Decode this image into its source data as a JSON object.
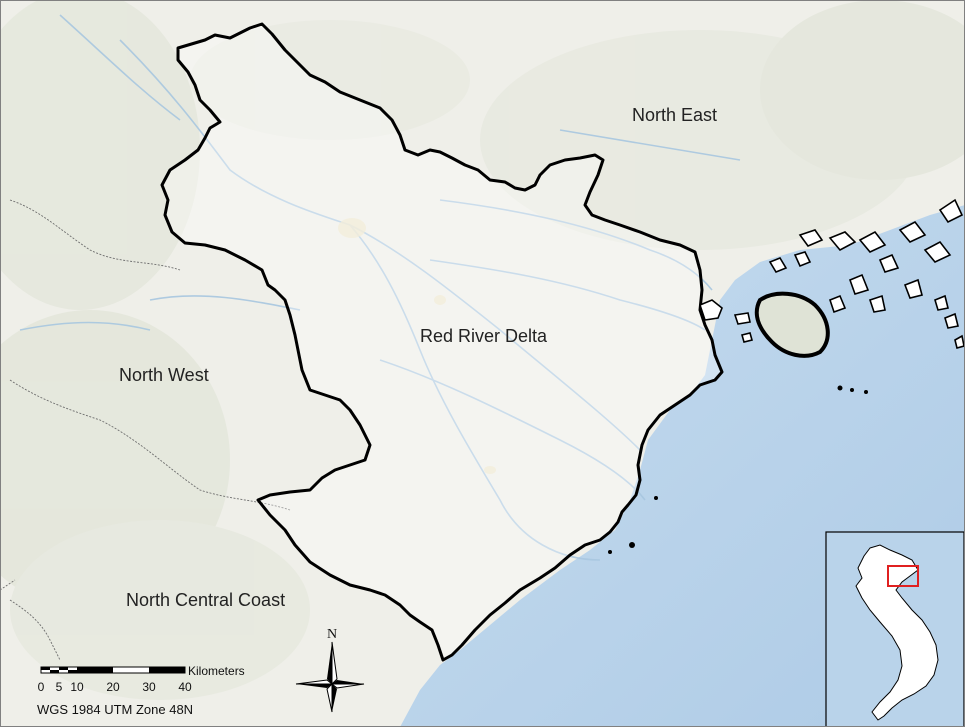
{
  "map": {
    "regions": {
      "red_river_delta": "Red River Delta",
      "north_east": "North East",
      "north_west": "North West",
      "north_central_coast": "North Central Coast"
    },
    "scale_bar": {
      "unit": "Kilometers",
      "ticks": [
        "0",
        "5",
        "10",
        "20",
        "30",
        "40"
      ]
    },
    "north_arrow": {
      "label": "N"
    },
    "crs": "WGS 1984 UTM Zone 48N",
    "inset": {
      "description_color": "#e02020"
    },
    "colors": {
      "land": "#f2f1ec",
      "sea": "#b9d3ea",
      "boundary": "#000000",
      "river": "#a8c7e0",
      "inset_highlight": "#e02020"
    }
  }
}
